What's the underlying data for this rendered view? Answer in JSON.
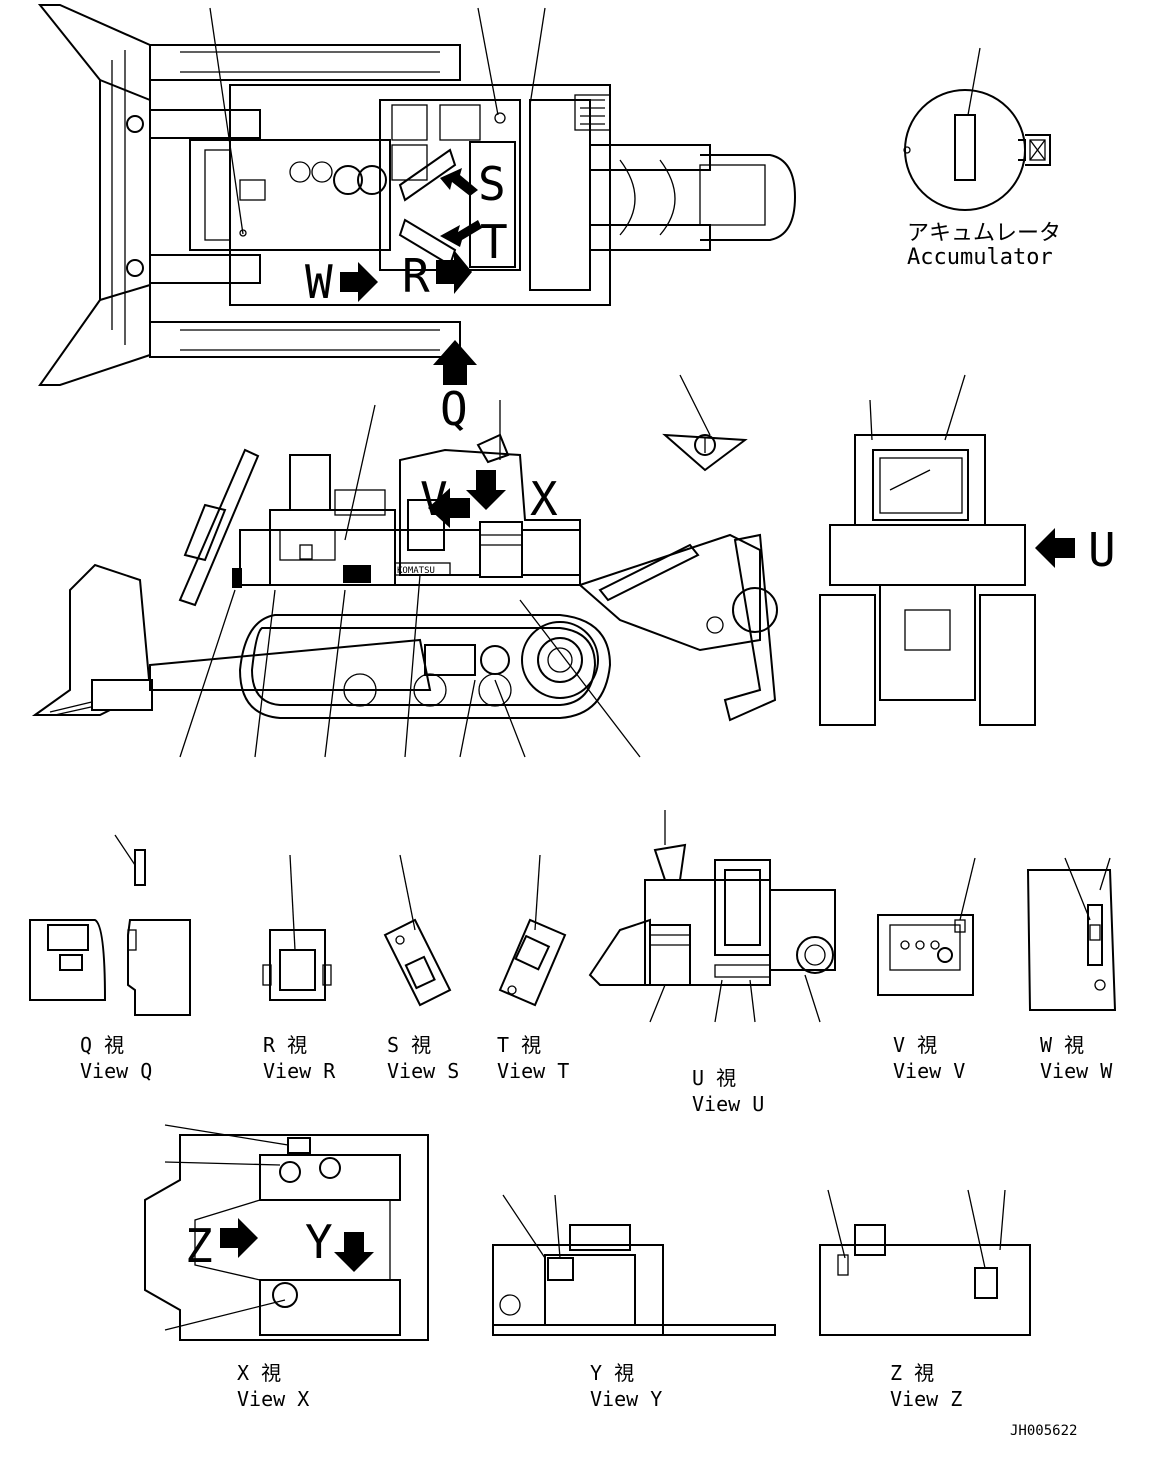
{
  "accumulator": {
    "jp": "アキュムレータ",
    "en": "Accumulator"
  },
  "arrows": {
    "Q": "Q",
    "R": "R",
    "S": "S",
    "T": "T",
    "U": "U",
    "V": "V",
    "W": "W",
    "X": "X",
    "Y": "Y",
    "Z": "Z"
  },
  "views": {
    "q": {
      "jp": "Q 視",
      "en": "View Q"
    },
    "r": {
      "jp": "R 視",
      "en": "View R"
    },
    "s": {
      "jp": "S 視",
      "en": "View S"
    },
    "t": {
      "jp": "T 視",
      "en": "View T"
    },
    "u": {
      "jp": "U 視",
      "en": "View U"
    },
    "v": {
      "jp": "V 視",
      "en": "View V"
    },
    "w": {
      "jp": "W 視",
      "en": "View W"
    },
    "x": {
      "jp": "X 視",
      "en": "View X"
    },
    "y": {
      "jp": "Y 視",
      "en": "View Y"
    },
    "z": {
      "jp": "Z 視",
      "en": "View Z"
    }
  },
  "drawing_code": "JH005622",
  "brand_plate": "KOMATSU"
}
